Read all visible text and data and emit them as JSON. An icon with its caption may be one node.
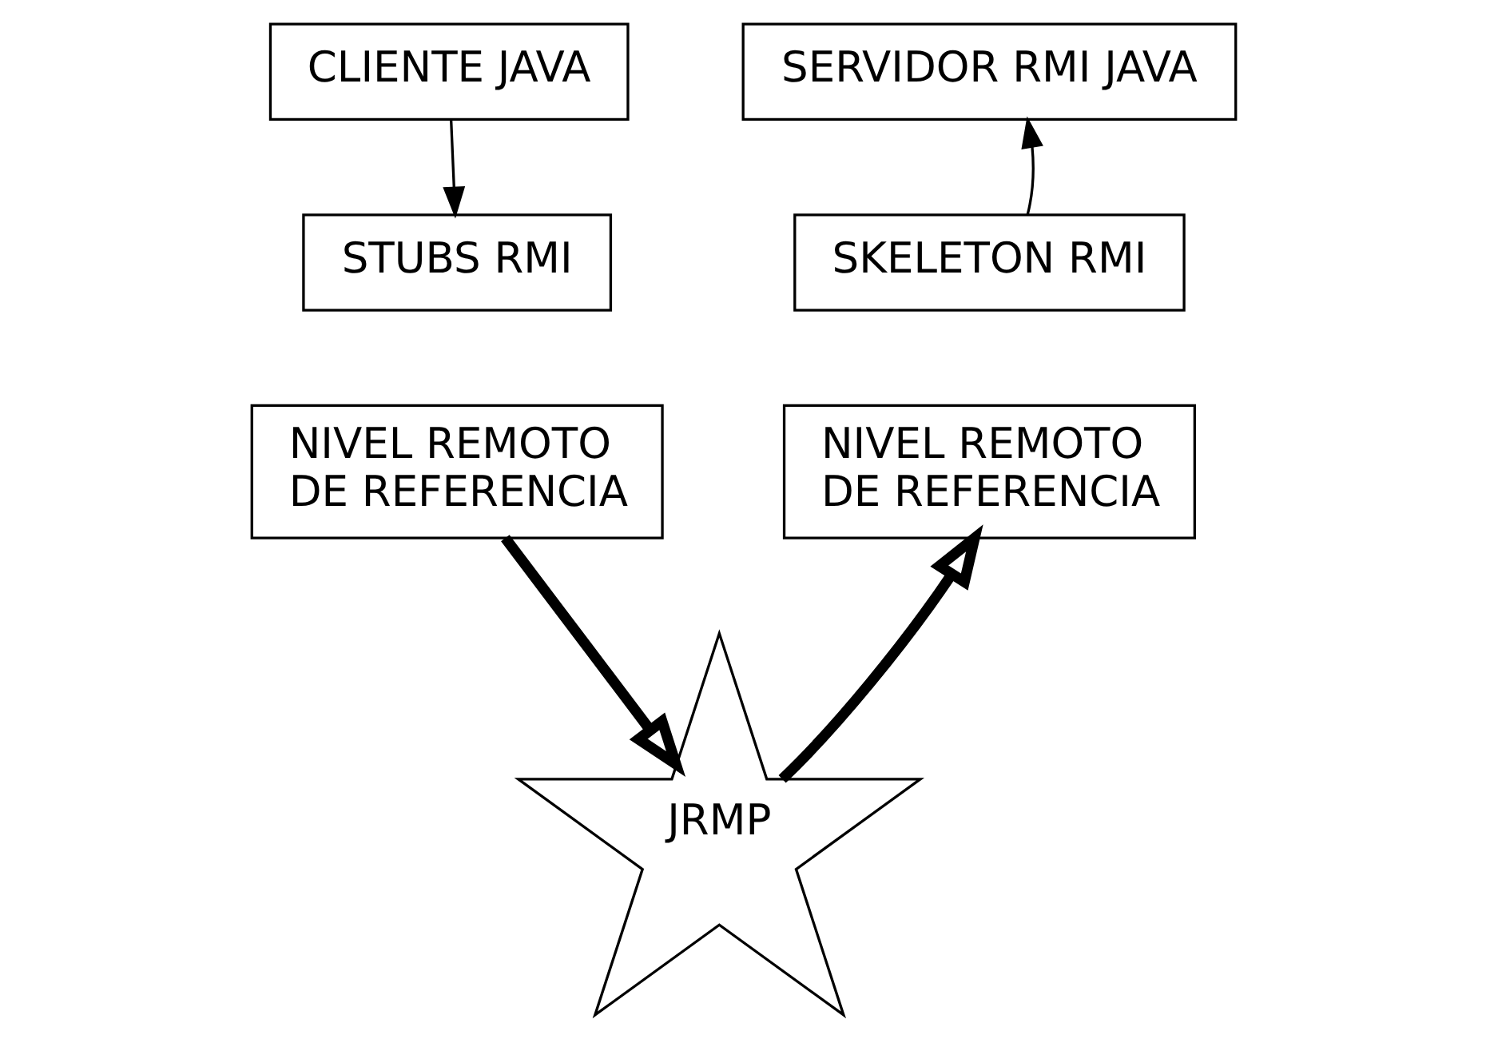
{
  "diagram": {
    "nodes": [
      {
        "text": [
          "CLIENTE JAVA"
        ]
      },
      {
        "text": [
          "STUBS RMI"
        ]
      },
      {
        "text": [
          "NIVEL REMOTO DE REFERENCIA"
        ]
      },
      {
        "text": [
          "SERVIDOR RMI JAVA"
        ]
      },
      {
        "text": [
          "SKELETON RMI"
        ]
      },
      {
        "text": [
          "NIVEL REMOTO DE REFERENCIA"
        ]
      },
      {
        "text": [
          "JRMP"
        ]
      }
    ],
    "edges": [
      {
        "from": 0,
        "to": 1,
        "arrow": "to"
      },
      {
        "from": 4,
        "to": 3,
        "arrow": "to"
      },
      {
        "from": 2,
        "to": 6,
        "arrow": "to",
        "style": "thick"
      },
      {
        "from": 6,
        "to": 5,
        "arrow": "to",
        "style": "thick"
      }
    ]
  }
}
